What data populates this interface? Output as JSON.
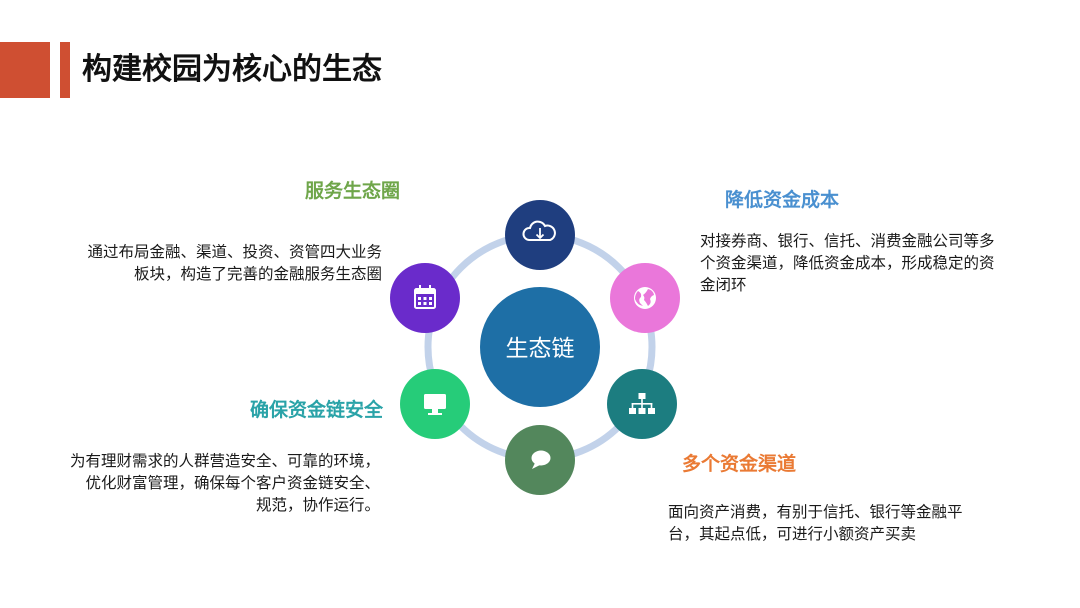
{
  "title": "构建校园为核心的生态",
  "center_label": "生态链",
  "colors": {
    "accent": "#cf4f32",
    "center": "#1e6fa6",
    "ring": "#c2d2ea",
    "green": "#6fa64a",
    "blue": "#4a90d0",
    "orange": "#ea7a34",
    "teal": "#2aa3a8"
  },
  "nodes": [
    {
      "icon": "cloud-download-icon",
      "color": "#1f3e7f"
    },
    {
      "icon": "globe-icon",
      "color": "#ea77da"
    },
    {
      "icon": "sitemap-icon",
      "color": "#1c7d80"
    },
    {
      "icon": "chat-bubble-icon",
      "color": "#53875c"
    },
    {
      "icon": "monitor-icon",
      "color": "#26cc79"
    },
    {
      "icon": "calendar-icon",
      "color": "#6a2bcb"
    }
  ],
  "sections": {
    "service": {
      "heading": "服务生态圈",
      "lines": [
        "通过布局金融、渠道、投资、资管四大业务",
        "板块，构造了完善的金融服务生态圈"
      ]
    },
    "cost": {
      "heading": "降低资金成本",
      "lines": [
        "对接券商、银行、信托、消费金融公司等多",
        "个资金渠道，降低资金成本，形成稳定的资",
        "金闭环"
      ]
    },
    "safety": {
      "heading": "确保资金链安全",
      "lines": [
        "为有理财需求的人群营造安全、可靠的环境，",
        "优化财富管理，确保每个客户资金链安全、",
        "规范，协作运行。"
      ]
    },
    "channels": {
      "heading": "多个资金渠道",
      "lines": [
        "面向资产消费，有别于信托、银行等金融平",
        "台，其起点低，可进行小额资产买卖"
      ]
    }
  }
}
